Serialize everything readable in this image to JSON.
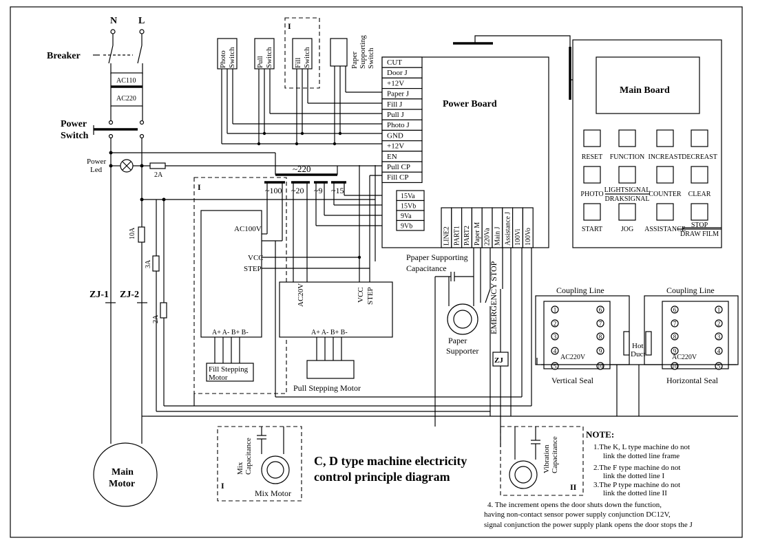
{
  "mains": {
    "n": "N",
    "l": "L"
  },
  "breaker": "Breaker",
  "transformer": {
    "primary": "AC110",
    "secondary": "AC220"
  },
  "power_switch": [
    "Power",
    "Switch"
  ],
  "power_led": [
    "Power",
    "Led"
  ],
  "fuses": {
    "f1": "2A",
    "f2": "10A",
    "f3": "3A",
    "f4": "2A"
  },
  "contactors": {
    "zj1": "ZJ-1",
    "zj2": "ZJ-2",
    "zj": "ZJ"
  },
  "switches": {
    "photo": [
      "Photo",
      "Switch"
    ],
    "pull": [
      "Pull",
      "Switch"
    ],
    "fill": [
      "Fill",
      "Switch"
    ],
    "paper": [
      "Paper",
      "Supporting",
      "Switch"
    ],
    "frame_label": "I"
  },
  "power_board": {
    "title": "Power Board",
    "terminals": [
      "CUT",
      "Door J",
      "+12V",
      "Paper J",
      "Fill J",
      "Pull J",
      "Photo J",
      "GND",
      "+12V",
      "EN",
      "Pull CP",
      "Fill CP"
    ],
    "supply_terminals": [
      "15Va",
      "15Vb",
      "9Va",
      "9Vb"
    ],
    "bottom_terminals": [
      "LINE2",
      "PART1",
      "PART2",
      "Paper M",
      "220Va",
      "Main J",
      "Assistance J",
      "100Vi",
      "100Vo"
    ]
  },
  "main_board": {
    "title": "Main Board",
    "buttons": [
      {
        "label": "RESET"
      },
      {
        "label": "FUNCTION"
      },
      {
        "label": "INCREAST"
      },
      {
        "label": "DECREAST"
      },
      {
        "label": "PHOTO"
      },
      {
        "label": "LIGHTSIGNAL",
        "label2": "DRAKSIGNAL"
      },
      {
        "label": "COUNTER"
      },
      {
        "label": "CLEAR"
      },
      {
        "label": "START"
      },
      {
        "label": "JOG"
      },
      {
        "label": "ASSISTANCE"
      },
      {
        "label": "STOP",
        "label2": "DRAW FILM"
      }
    ]
  },
  "transformer2": {
    "primary": "~220",
    "taps": [
      "~100",
      "~20",
      "~9",
      "~15"
    ]
  },
  "fill_driver": {
    "frame_label": "I",
    "ac": "AC100V",
    "vcc": "VCC",
    "step": "STEP",
    "phases": "A+ A- B+ B-",
    "motor": [
      "Fill Stepping",
      "Motor"
    ]
  },
  "pull_driver": {
    "ac": "AC20V",
    "vcc": "VCC",
    "step": "STEP",
    "phases": "A+ A- B+ B-",
    "motor": "Pull Stepping Motor"
  },
  "paper_supporter": {
    "capacitance": [
      "Ppaper Supporting",
      "Capacitance"
    ],
    "motor": [
      "Paper",
      "Supporter"
    ]
  },
  "emergency_stop": "EMERGENCY STOP",
  "seals": {
    "coupling": "Coupling Line",
    "vertical": "Vertical Seal",
    "horizontal": "Horizontal Seal",
    "ac": "AC220V",
    "hot_duct": [
      "Hot",
      "Duct"
    ],
    "terminals": [
      "1",
      "2",
      "3",
      "4",
      "5",
      "6",
      "7",
      "8",
      "9",
      "10"
    ]
  },
  "main_motor": [
    "Main",
    "Motor"
  ],
  "mix_motor": {
    "capacitance": [
      "Mix",
      "Capacitance"
    ],
    "motor": "Mix Motor",
    "frame_label": "I"
  },
  "vibration": {
    "capacitance": [
      "Vibration",
      "Capacitance"
    ],
    "frame_label": "II"
  },
  "diagram_title": [
    "C, D type machine electricity",
    "control principle diagram"
  ],
  "note": {
    "title": "NOTE:",
    "items": [
      [
        "1.The K, L type machine do not",
        "link the dotted line frame"
      ],
      [
        "2.The F type machine do not",
        "link the dotted line I"
      ],
      [
        "3.The P type machine do not",
        "link the dotted line II"
      ],
      [
        "4. The increment opens the door shuts down the function,",
        "having non-contact sensor power supply conjunction DC12V,",
        "signal conjunction the power supply plank opens the door stops the J"
      ]
    ]
  }
}
